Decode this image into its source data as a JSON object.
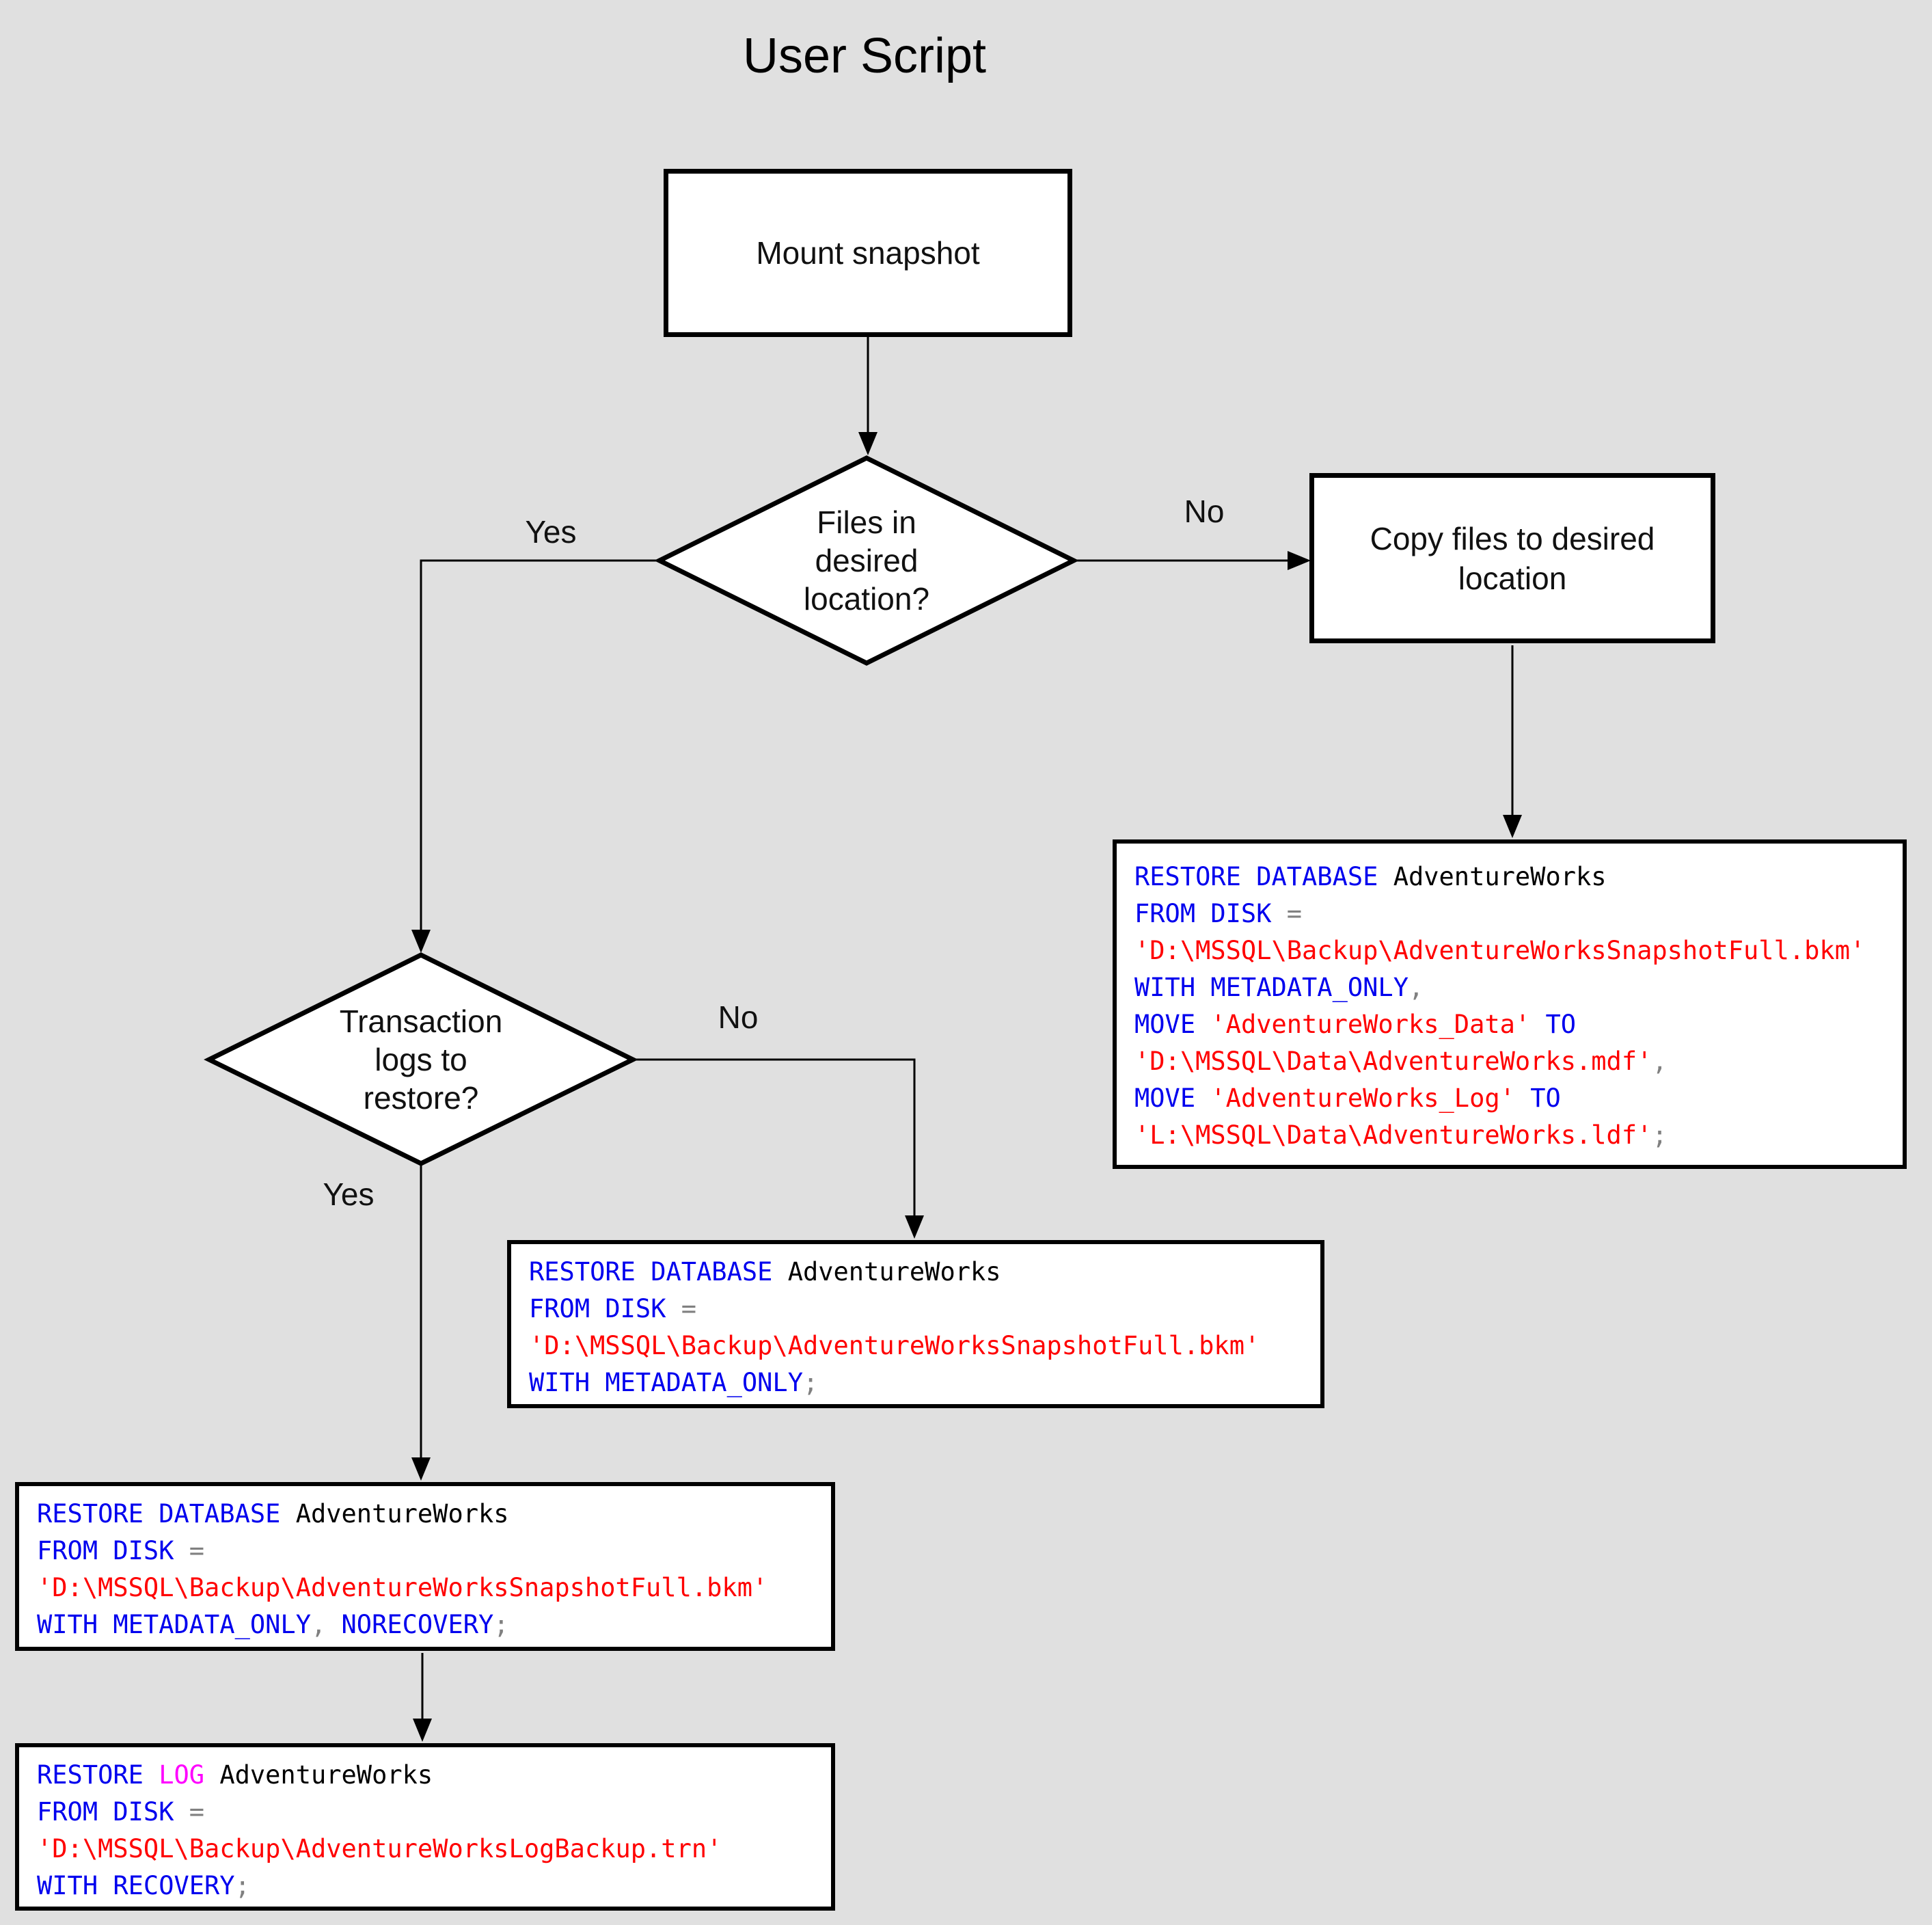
{
  "title": "User Script",
  "colors": {
    "background": "#e0e0e0",
    "node_fill": "#ffffff",
    "node_border": "#000000",
    "keyword": "#0000ee",
    "string": "#ff0000",
    "identifier": "#000000",
    "punctuation": "#808080",
    "log_keyword": "#ff00ff"
  },
  "nodes": {
    "mount_snapshot": {
      "label": "Mount snapshot"
    },
    "copy_files": {
      "label": "Copy files to desired location"
    },
    "decision_files": {
      "lines": [
        "Files in",
        "desired",
        "location?"
      ]
    },
    "decision_logs": {
      "lines": [
        "Transaction",
        "logs to",
        "restore?"
      ]
    }
  },
  "edges": {
    "files_yes": "Yes",
    "files_no": "No",
    "logs_yes": "Yes",
    "logs_no": "No"
  },
  "code_boxes": {
    "restore_move": {
      "lines": [
        [
          {
            "t": "RESTORE DATABASE ",
            "c": "kw"
          },
          {
            "t": "AdventureWorks",
            "c": "id"
          }
        ],
        [
          {
            "t": "FROM DISK ",
            "c": "kw"
          },
          {
            "t": "=",
            "c": "pn"
          }
        ],
        [
          {
            "t": "'D:\\MSSQL\\Backup\\AdventureWorksSnapshotFull.bkm'",
            "c": "str"
          }
        ],
        [
          {
            "t": "WITH METADATA_ONLY",
            "c": "kw"
          },
          {
            "t": ",",
            "c": "pn"
          }
        ],
        [
          {
            "t": "MOVE ",
            "c": "kw"
          },
          {
            "t": "'AdventureWorks_Data'",
            "c": "str"
          },
          {
            "t": " TO",
            "c": "kw"
          }
        ],
        [
          {
            "t": "'D:\\MSSQL\\Data\\AdventureWorks.mdf'",
            "c": "str"
          },
          {
            "t": ",",
            "c": "pn"
          }
        ],
        [
          {
            "t": "MOVE ",
            "c": "kw"
          },
          {
            "t": "'AdventureWorks_Log'",
            "c": "str"
          },
          {
            "t": " TO",
            "c": "kw"
          }
        ],
        [
          {
            "t": "'L:\\MSSQL\\Data\\AdventureWorks.ldf'",
            "c": "str"
          },
          {
            "t": ";",
            "c": "pn"
          }
        ]
      ]
    },
    "restore_metadata_only": {
      "lines": [
        [
          {
            "t": "RESTORE DATABASE ",
            "c": "kw"
          },
          {
            "t": "AdventureWorks",
            "c": "id"
          }
        ],
        [
          {
            "t": "FROM DISK ",
            "c": "kw"
          },
          {
            "t": "=",
            "c": "pn"
          }
        ],
        [
          {
            "t": "'D:\\MSSQL\\Backup\\AdventureWorksSnapshotFull.bkm'",
            "c": "str"
          }
        ],
        [
          {
            "t": "WITH METADATA_ONLY",
            "c": "kw"
          },
          {
            "t": ";",
            "c": "pn"
          }
        ]
      ]
    },
    "restore_norecovery": {
      "lines": [
        [
          {
            "t": "RESTORE DATABASE ",
            "c": "kw"
          },
          {
            "t": "AdventureWorks",
            "c": "id"
          }
        ],
        [
          {
            "t": "FROM DISK ",
            "c": "kw"
          },
          {
            "t": "=",
            "c": "pn"
          }
        ],
        [
          {
            "t": "'D:\\MSSQL\\Backup\\AdventureWorksSnapshotFull.bkm'",
            "c": "str"
          }
        ],
        [
          {
            "t": "WITH METADATA_ONLY",
            "c": "kw"
          },
          {
            "t": ", ",
            "c": "pn"
          },
          {
            "t": "NORECOVERY",
            "c": "kw"
          },
          {
            "t": ";",
            "c": "pn"
          }
        ]
      ]
    },
    "restore_log": {
      "lines": [
        [
          {
            "t": "RESTORE ",
            "c": "kw"
          },
          {
            "t": "LOG ",
            "c": "mag"
          },
          {
            "t": "AdventureWorks",
            "c": "id"
          }
        ],
        [
          {
            "t": "FROM DISK ",
            "c": "kw"
          },
          {
            "t": "=",
            "c": "pn"
          }
        ],
        [
          {
            "t": "'D:\\MSSQL\\Backup\\AdventureWorksLogBackup.trn'",
            "c": "str"
          }
        ],
        [
          {
            "t": "WITH RECOVERY",
            "c": "kw"
          },
          {
            "t": ";",
            "c": "pn"
          }
        ]
      ]
    }
  }
}
